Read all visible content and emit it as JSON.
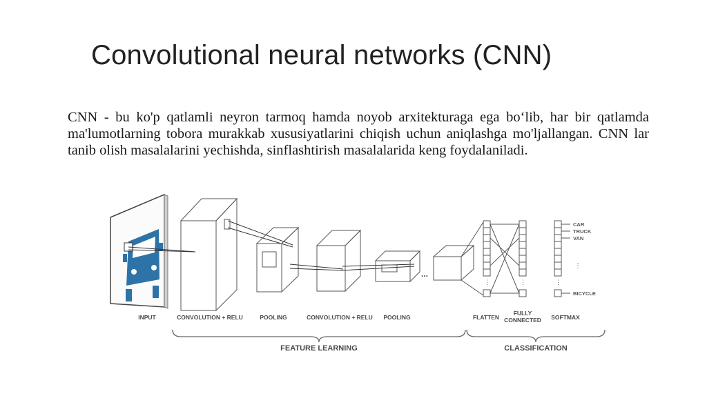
{
  "slide": {
    "title": "Convolutional neural networks (CNN)",
    "paragraph": "CNN - bu ko'p qatlamli neyron tarmoq hamda noyob arxitekturaga ega bo‘lib, har bir qatlamda ma'lumotlarning tobora murakkab xususiyatlarini chiqish uchun aniqlashga mo'ljallangan. CNN lar tanib olish masalalarini yechishda, sinflashtirish masalalarida keng foydalaniladi."
  },
  "diagram": {
    "stage_labels": {
      "input": "INPUT",
      "conv1": "CONVOLUTION + RELU",
      "pool1": "POOLING",
      "conv2": "CONVOLUTION + RELU",
      "pool2": "POOLING",
      "flatten": "FLATTEN",
      "fully_connected_line1": "FULLY",
      "fully_connected_line2": "CONNECTED",
      "softmax": "SOFTMAX"
    },
    "group_labels": {
      "feature_learning": "FEATURE LEARNING",
      "classification": "CLASSIFICATION"
    },
    "outputs": [
      "CAR",
      "TRUCK",
      "VAN",
      "BICYCLE"
    ],
    "colors": {
      "car": "#2e73a8",
      "line": "#555555"
    }
  }
}
